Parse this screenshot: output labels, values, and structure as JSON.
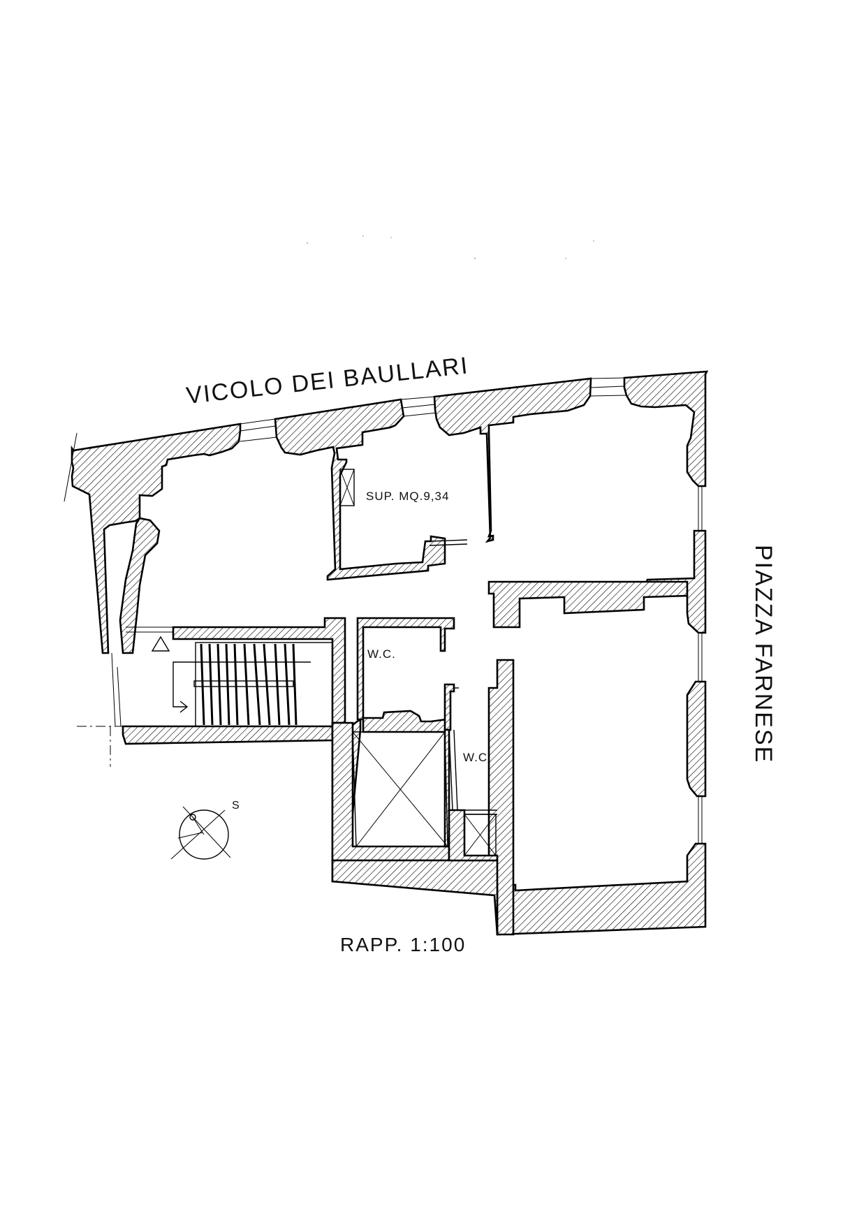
{
  "streets": {
    "north": "VICOLO DEI BAULLARI",
    "east": "PIAZZA FARNESE"
  },
  "rooms": {
    "surface_label": "SUP. MQ.9,34",
    "wc_1": "W.C.",
    "wc_2": "W.C."
  },
  "compass": {
    "label": "S"
  },
  "scale": {
    "label": "RAPP. 1:100"
  },
  "colors": {
    "ink": "#000000",
    "paper": "#ffffff"
  }
}
